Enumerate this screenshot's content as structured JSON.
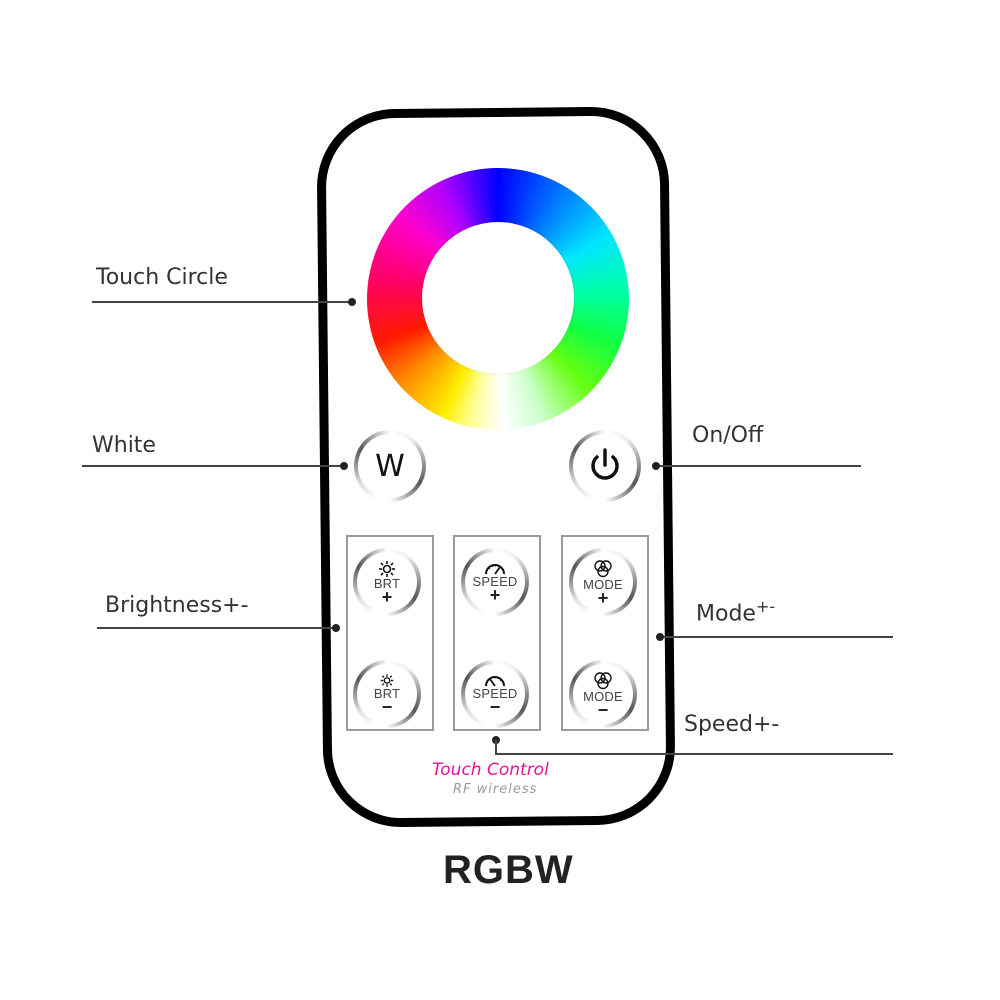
{
  "title": "RGBW",
  "brand": {
    "line1": "Touch Control",
    "line2": "RF wireless",
    "line1_color": "#e0169a",
    "line2_color": "#9a9a9a"
  },
  "callouts": {
    "touch_circle": "Touch Circle",
    "white": "White",
    "on_off": "On/Off",
    "brightness": "Brightness+-",
    "mode": "Mode",
    "mode_suffix": "+-",
    "speed": "Speed+-"
  },
  "buttons": {
    "white": {
      "label": "W",
      "icon": "letter-w"
    },
    "power": {
      "icon": "power-icon"
    },
    "brt_plus": {
      "label": "BRT",
      "sign": "+",
      "icon": "sun-icon"
    },
    "brt_minus": {
      "label": "BRT",
      "sign": "−",
      "icon": "sun-icon"
    },
    "speed_plus": {
      "label": "SPEED",
      "sign": "+",
      "icon": "speedometer-icon"
    },
    "speed_minus": {
      "label": "SPEED",
      "sign": "−",
      "icon": "speedometer-icon"
    },
    "mode_plus": {
      "label": "MODE",
      "sign": "+",
      "icon": "rgb-circles-icon"
    },
    "mode_minus": {
      "label": "MODE",
      "sign": "−",
      "icon": "rgb-circles-icon"
    }
  },
  "colors": {
    "outline": "#000000",
    "panel_border": "#9a9a9a",
    "callout_line": "#444444"
  }
}
